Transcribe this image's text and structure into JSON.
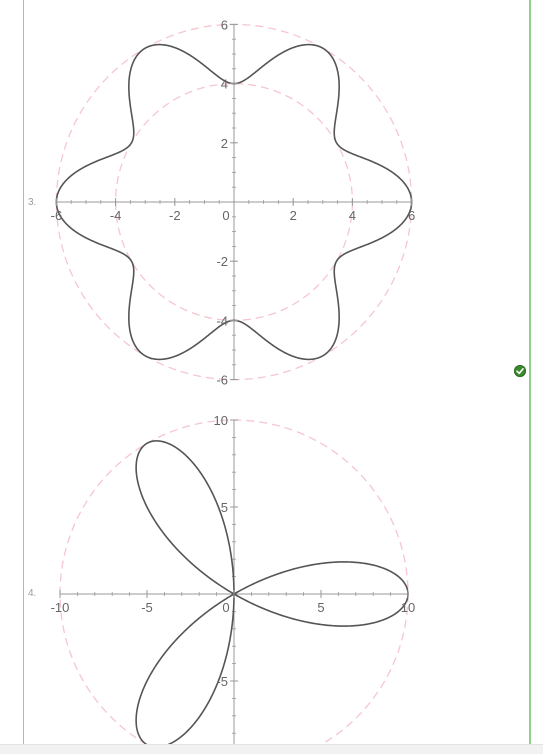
{
  "questions": [
    {
      "number": "3."
    },
    {
      "number": "4."
    }
  ],
  "status": {
    "icon": "check-circle-icon",
    "color": "#3b8a2e"
  },
  "colors": {
    "curve": "#555555",
    "guide_circle": "#f6c6cf",
    "axis": "#999999",
    "frame": "#8fd18a"
  },
  "chart_data": [
    {
      "type": "line",
      "polar": true,
      "equation_form": "r = 5 + cos(6θ)",
      "series": [
        {
          "r_base": 5,
          "amplitude": 1,
          "k": 6,
          "func": "cos"
        }
      ],
      "guide_circles": [
        4,
        6
      ],
      "xlim": [
        -6,
        6
      ],
      "ylim": [
        -6,
        6
      ],
      "xticks": [
        "-6",
        "-4",
        "-2",
        "0",
        "2",
        "4",
        "6"
      ],
      "yticks": [
        "-6",
        "-4",
        "-2",
        "2",
        "4",
        "6"
      ],
      "xtick_values": [
        -6,
        -4,
        -2,
        0,
        2,
        4,
        6
      ],
      "ytick_values": [
        -6,
        -4,
        -2,
        2,
        4,
        6
      ],
      "grid": false
    },
    {
      "type": "line",
      "polar": true,
      "equation_form": "r = 10 cos(3θ)",
      "series": [
        {
          "r_base": 0,
          "amplitude": 10,
          "k": 3,
          "func": "cos"
        }
      ],
      "guide_circles": [
        10
      ],
      "xlim": [
        -10,
        10
      ],
      "ylim": [
        -10,
        10
      ],
      "xticks": [
        "-10",
        "-5",
        "0",
        "5",
        "10"
      ],
      "yticks": [
        "-5",
        "5",
        "10"
      ],
      "xtick_values": [
        -10,
        -5,
        0,
        5,
        10
      ],
      "ytick_values": [
        -5,
        5,
        10
      ],
      "grid": false
    }
  ]
}
